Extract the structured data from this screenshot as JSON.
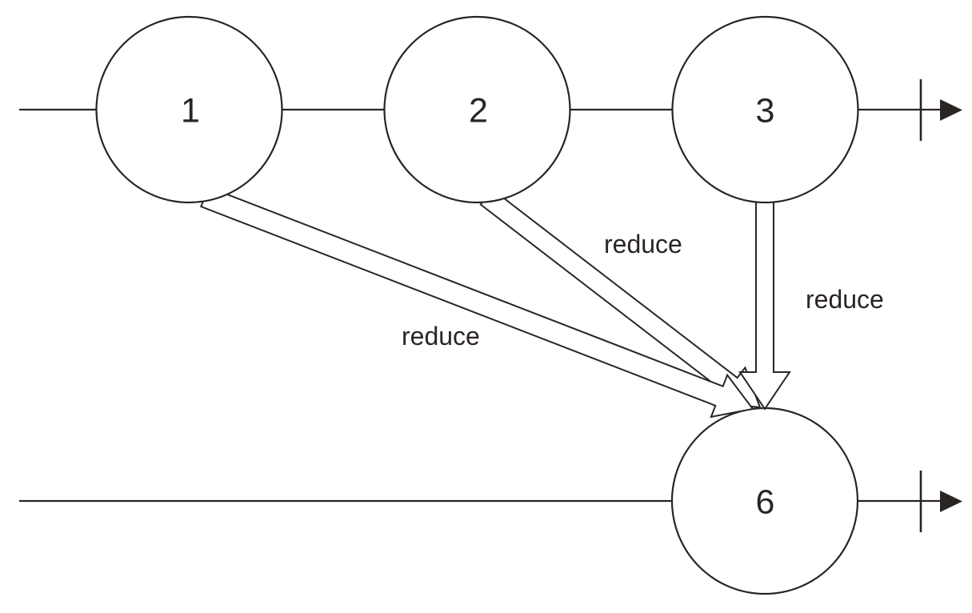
{
  "diagram": {
    "description": "Finite-state / pipeline diagram: states 1, 2 and 3 in a top chain each take a reduce transition into state 6 on the bottom chain",
    "background_color": "#ffffff",
    "ink_color": "#2a2523",
    "nodes": [
      {
        "id": "1",
        "label": "1"
      },
      {
        "id": "2",
        "label": "2"
      },
      {
        "id": "3",
        "label": "3"
      },
      {
        "id": "6",
        "label": "6"
      }
    ],
    "edges": [
      {
        "from": "1",
        "to": "6",
        "label": "reduce"
      },
      {
        "from": "2",
        "to": "6",
        "label": "reduce"
      },
      {
        "from": "3",
        "to": "6",
        "label": "reduce"
      }
    ],
    "markers": {
      "top_end": "terminator-arrow",
      "bottom_end": "terminator-arrow"
    }
  }
}
